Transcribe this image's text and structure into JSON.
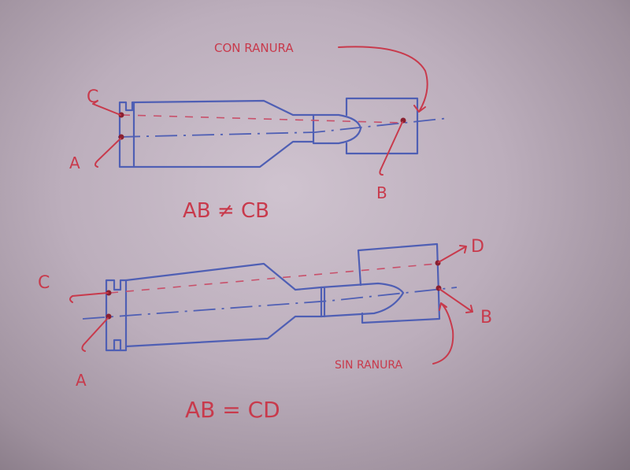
{
  "top_diagram": {
    "callout": "CON RANURA",
    "equation": "AB ≠ CB",
    "points": {
      "c": "C",
      "a": "A",
      "b": "B"
    }
  },
  "bottom_diagram": {
    "callout": "SIN RANURA",
    "equation": "AB = CD",
    "points": {
      "c": "C",
      "a": "A",
      "d": "D",
      "b": "B"
    }
  },
  "colors": {
    "ink_blue": "#4f5fb4",
    "ink_red": "#c83a4c",
    "paper": "#c4b7c4"
  }
}
